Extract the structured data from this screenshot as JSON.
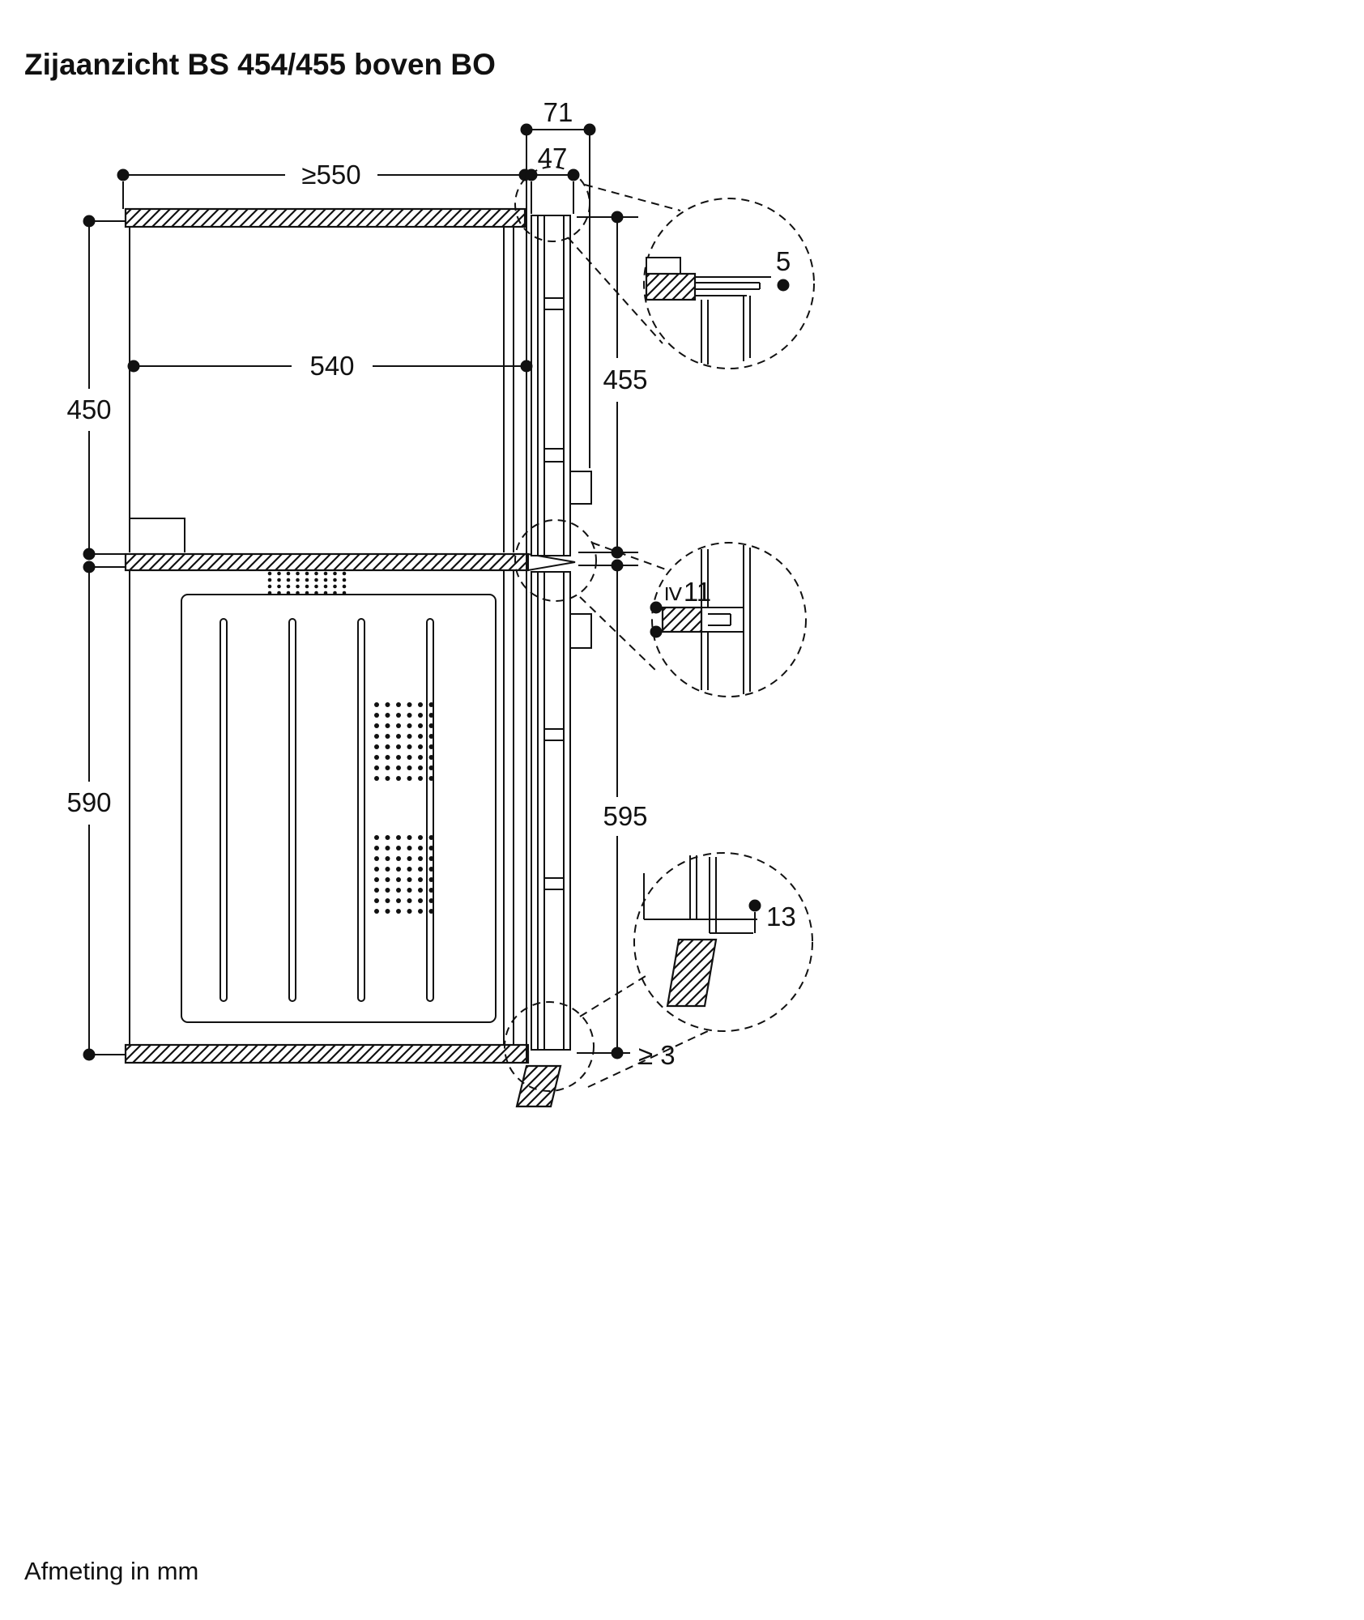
{
  "title": "Zijaanzicht BS 454/455 boven BO",
  "footer": "Afmeting in mm",
  "dims": {
    "niche_width": "≥550",
    "front_depth": "71",
    "door_thickness": "47",
    "appliance_depth": "540",
    "upper_niche_height": "450",
    "upper_front_height": "455",
    "lower_niche_height": "590",
    "lower_front_height": "595",
    "top_gap": "5",
    "shelf_min_symbol": "≥",
    "shelf_thickness": "11",
    "bottom_gap": "13",
    "floor_clearance": "≥ 3"
  }
}
